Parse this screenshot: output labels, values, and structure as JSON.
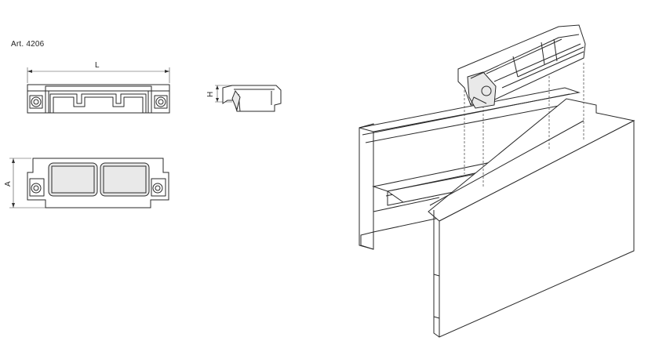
{
  "article_label": "Art. 4206",
  "dimensions": {
    "length": "L",
    "height": "H",
    "width": "A"
  }
}
